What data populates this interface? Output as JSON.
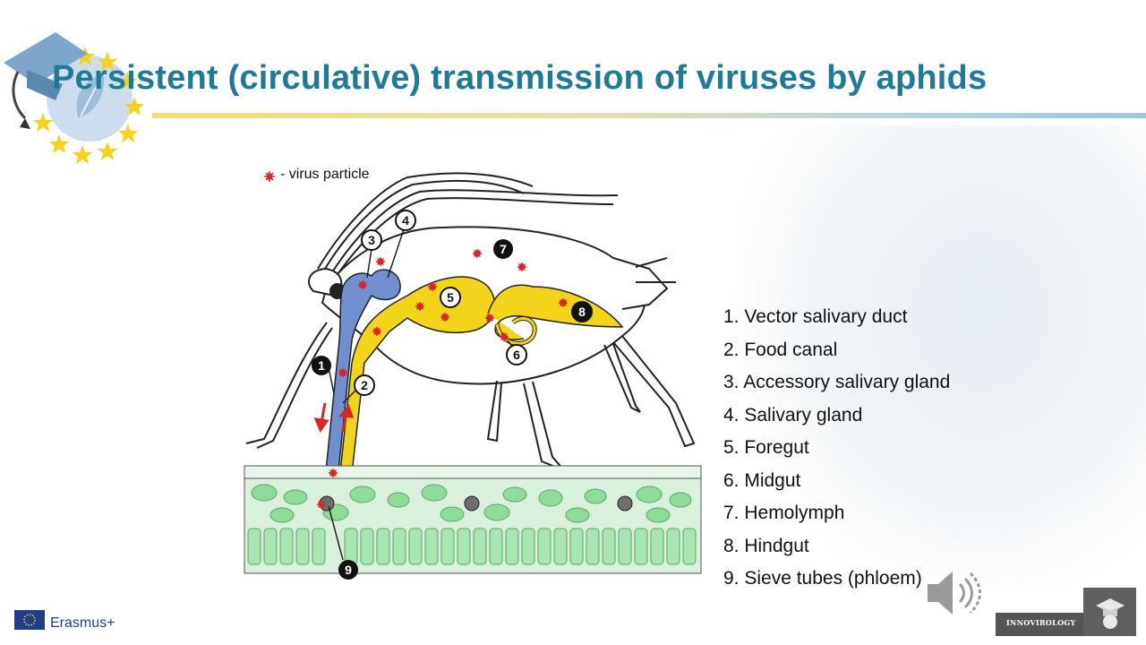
{
  "slide": {
    "title": "Persistent  (circulative) transmission of viruses by aphids"
  },
  "figure": {
    "key_label": "- virus particle",
    "callouts": [
      "1",
      "2",
      "3",
      "4",
      "5",
      "6",
      "7",
      "8",
      "9"
    ]
  },
  "legend": {
    "items": [
      "1. Vector salivary duct",
      "2. Food canal",
      "3. Accessory salivary gland",
      "4. Salivary gland",
      "5. Foregut",
      "6. Midgut",
      "7. Hemolymph",
      "8. Hindgut",
      "9. Sieve tubes (phloem)"
    ]
  },
  "footer": {
    "erasmus": "Erasmus+",
    "brand": "INNOVIROLOGY"
  },
  "colors": {
    "title": "#1f7a96",
    "salivary": "#6f8fd0",
    "gut": "#f2d51a",
    "virus": "#d8262a",
    "leaf": "#8fdc9a"
  },
  "icons": {
    "logo": "graduation-cap-eu-stars-icon",
    "speaker": "speaker-icon",
    "flag": "eu-flag-icon"
  }
}
